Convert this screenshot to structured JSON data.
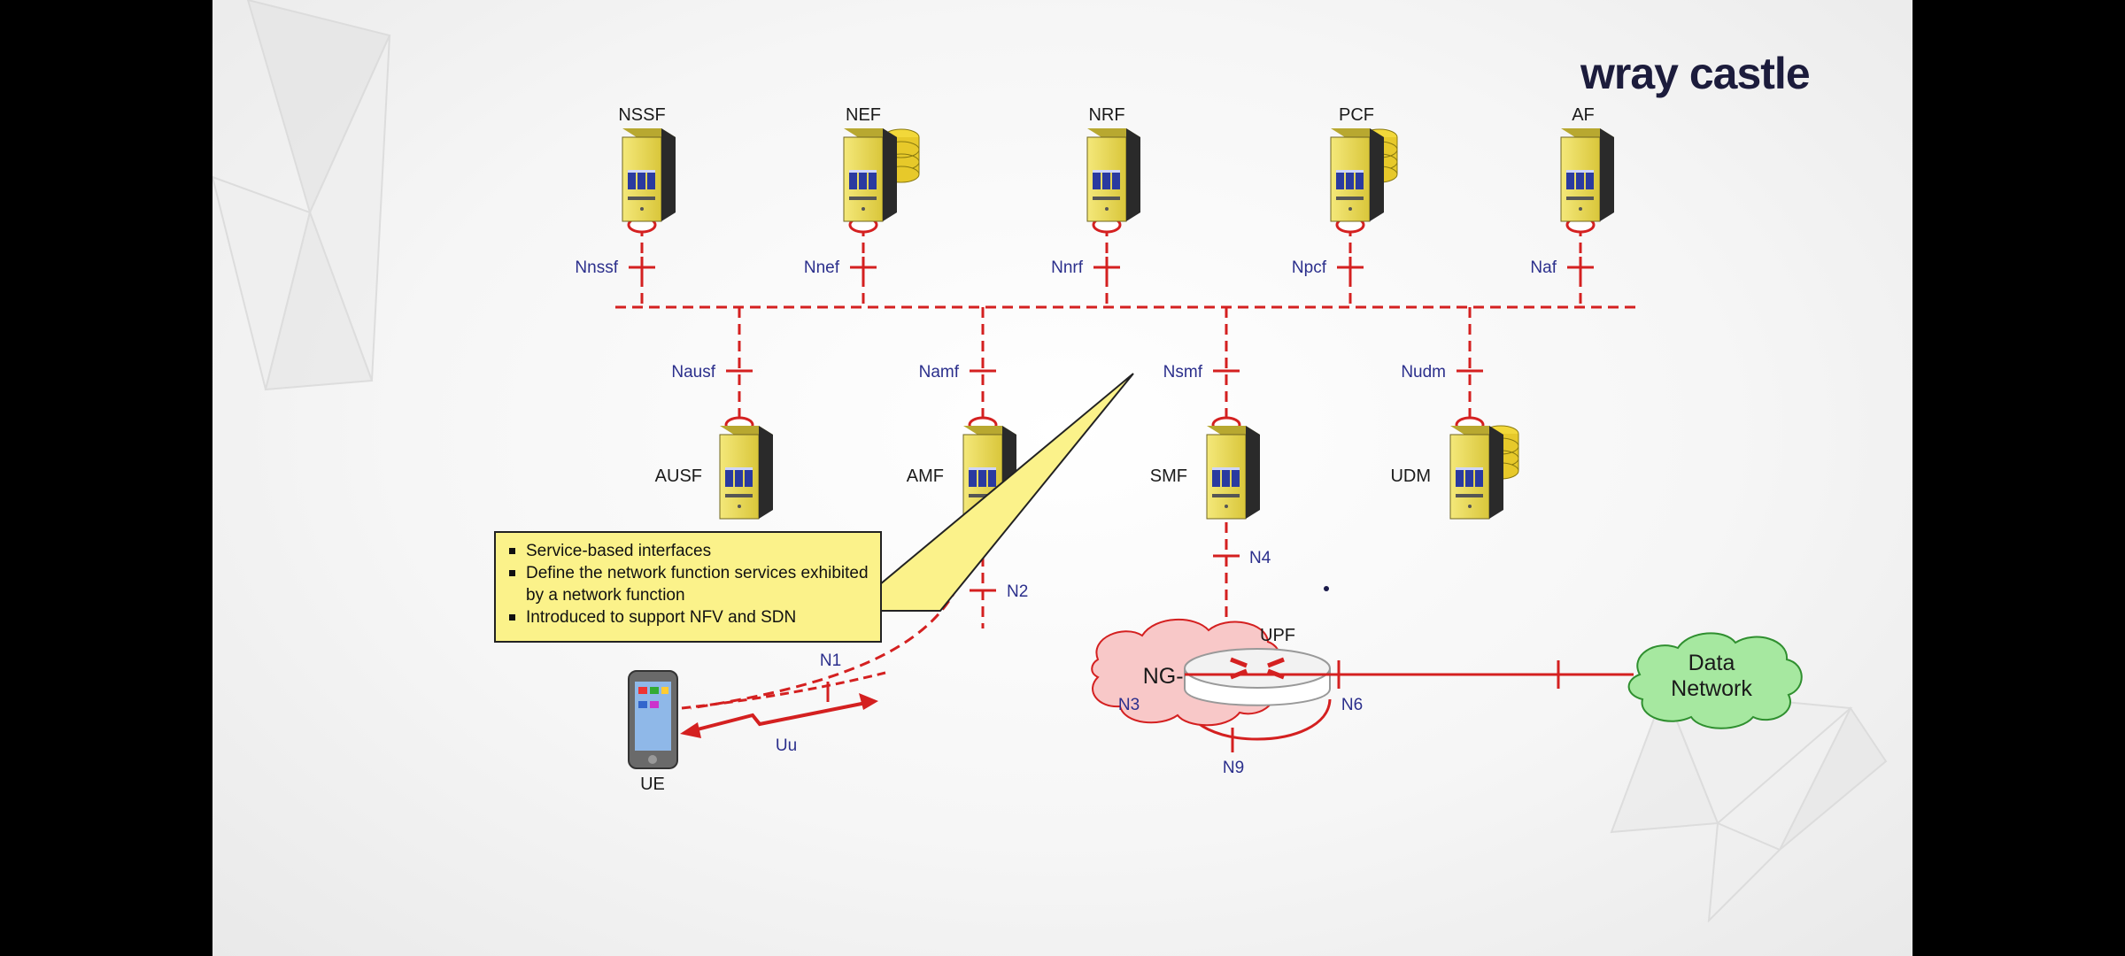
{
  "logo": "wray castle",
  "network_functions": {
    "nssf": "NSSF",
    "nef": "NEF",
    "nrf": "NRF",
    "pcf": "PCF",
    "af": "AF",
    "ausf": "AUSF",
    "amf": "AMF",
    "smf": "SMF",
    "udm": "UDM",
    "upf": "UPF",
    "ue": "UE"
  },
  "interfaces": {
    "nnssf": "Nnssf",
    "nnef": "Nnef",
    "nnrf": "Nnrf",
    "npcf": "Npcf",
    "naf": "Naf",
    "nausf": "Nausf",
    "namf": "Namf",
    "nsmf": "Nsmf",
    "nudm": "Nudm",
    "n1": "N1",
    "n2": "N2",
    "n3": "N3",
    "n4": "N4",
    "n6": "N6",
    "n9": "N9",
    "uu": "Uu"
  },
  "clouds": {
    "ngran": "NG-RAN",
    "data_network_line1": "Data",
    "data_network_line2": "Network"
  },
  "callout": {
    "items": [
      "Service-based interfaces",
      "Define the network function services exhibited by a network function",
      "Introduced to support NFV and SDN"
    ]
  },
  "colors": {
    "link": "#d42020",
    "server": "#e8d84a",
    "callout": "#fbf28a",
    "ngran": "#f8c8c8",
    "data_network": "#a6e8a0",
    "interface_text": "#2b2f8c"
  }
}
